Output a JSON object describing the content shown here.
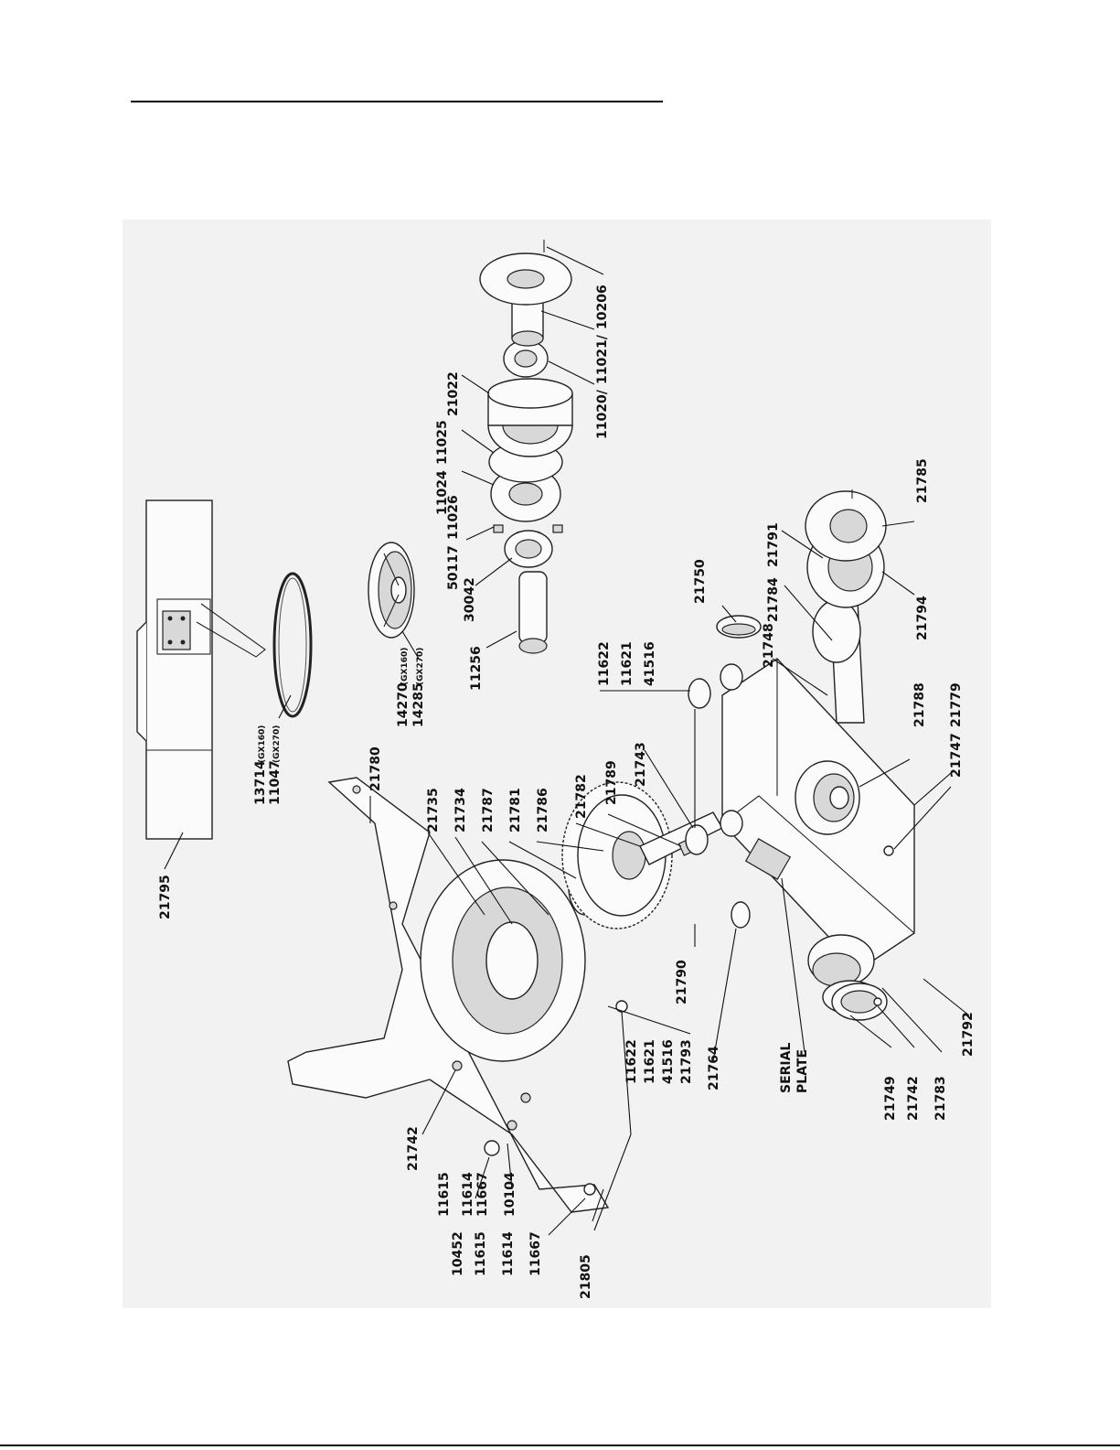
{
  "labels": {
    "l21795": "21795",
    "l13714": "13714",
    "l13714_sub": "(GX160)",
    "l11047": "11047",
    "l11047_sub": "(GX270)",
    "l14270": "14270",
    "l14270_sub": "(GX160)",
    "l14285": "14285",
    "l14285_sub": "(GX270)",
    "l11256": "11256",
    "l30042": "30042",
    "l50117": "50117",
    "l11026": "11026",
    "l11024": "11024",
    "l11025": "11025",
    "l21022": "21022",
    "l11020": "11020/",
    "l11021": "11021/",
    "l10206": "10206",
    "l21780": "21780",
    "l21735": "21735",
    "l21734": "21734",
    "l21787": "21787",
    "l21781": "21781",
    "l21786": "21786",
    "l21782": "21782",
    "l21789": "21789",
    "l21743": "21743",
    "l11622a": "11622",
    "l11621a": "11621",
    "l41516a": "41516",
    "l21750": "21750",
    "l21748": "21748",
    "l21784": "21784",
    "l21791": "21791",
    "l21785": "21785",
    "l21794": "21794",
    "l21788": "21788",
    "l21779": "21779",
    "l21747": "21747",
    "l21790": "21790",
    "l11622b": "11622",
    "l11621b": "11621",
    "l41516b": "41516",
    "l21793": "21793",
    "l21764": "21764",
    "l_serial1": "SERIAL",
    "l_serial2": "PLATE",
    "l21749": "21749",
    "l21742b": "21742",
    "l21783": "21783",
    "l21792": "21792",
    "l21742a": "21742",
    "l11615a": "11615",
    "l11614a": "11614",
    "l11667a": "11667",
    "l10104": "10104",
    "l10452": "10452",
    "l11615b": "11615",
    "l11614b": "11614",
    "l11667b": "11667",
    "l21805": "21805"
  }
}
